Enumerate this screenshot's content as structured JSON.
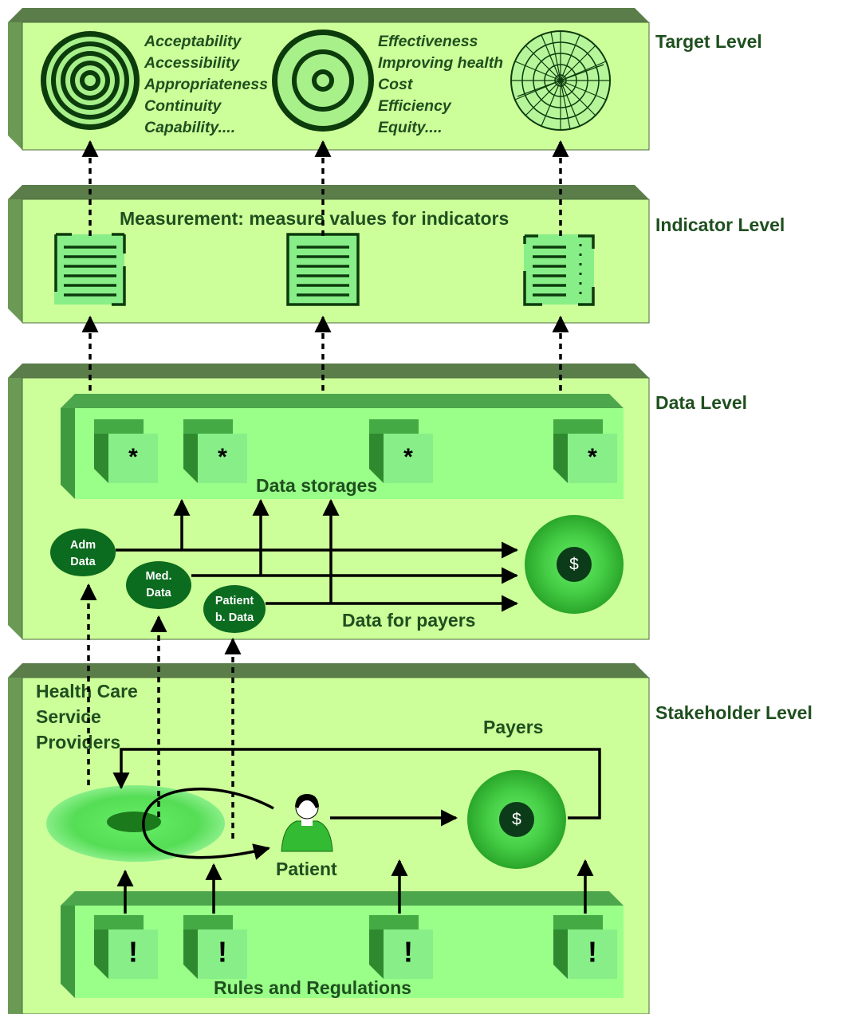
{
  "levels": {
    "target": "Target Level",
    "indicator": "Indicator Level",
    "data": "Data Level",
    "stakeholder": "Stakeholder Level"
  },
  "targets_left": [
    "Acceptability",
    "Accessibility",
    "Appropriateness",
    "Continuity",
    "Capability...."
  ],
  "targets_right": [
    "Effectiveness",
    "Improving health",
    "Cost",
    "Efficiency",
    "Equity...."
  ],
  "measurement": "Measurement: measure values  for indicators",
  "data_storages": "Data storages",
  "storage_symbol": "*",
  "nodes": {
    "adm": [
      "Adm",
      "Data"
    ],
    "med": [
      "Med.",
      "Data"
    ],
    "patient_data": [
      "Patient",
      "b. Data"
    ]
  },
  "data_for_payers": "Data for payers",
  "currency_symbol": "$",
  "providers": [
    "Health Care",
    "Service",
    "Providers"
  ],
  "payers": "Payers",
  "patient": "Patient",
  "rules": "Rules and Regulations",
  "rule_symbol": "!",
  "colors": {
    "panel": "#ccff99",
    "panel_dark": "#6b9a56",
    "panel_top": "#5a7d4a",
    "inner": "#99ff88",
    "inner_dark": "#4ca64c",
    "node": "#0b6b1e",
    "text": "#1f4f1f"
  }
}
